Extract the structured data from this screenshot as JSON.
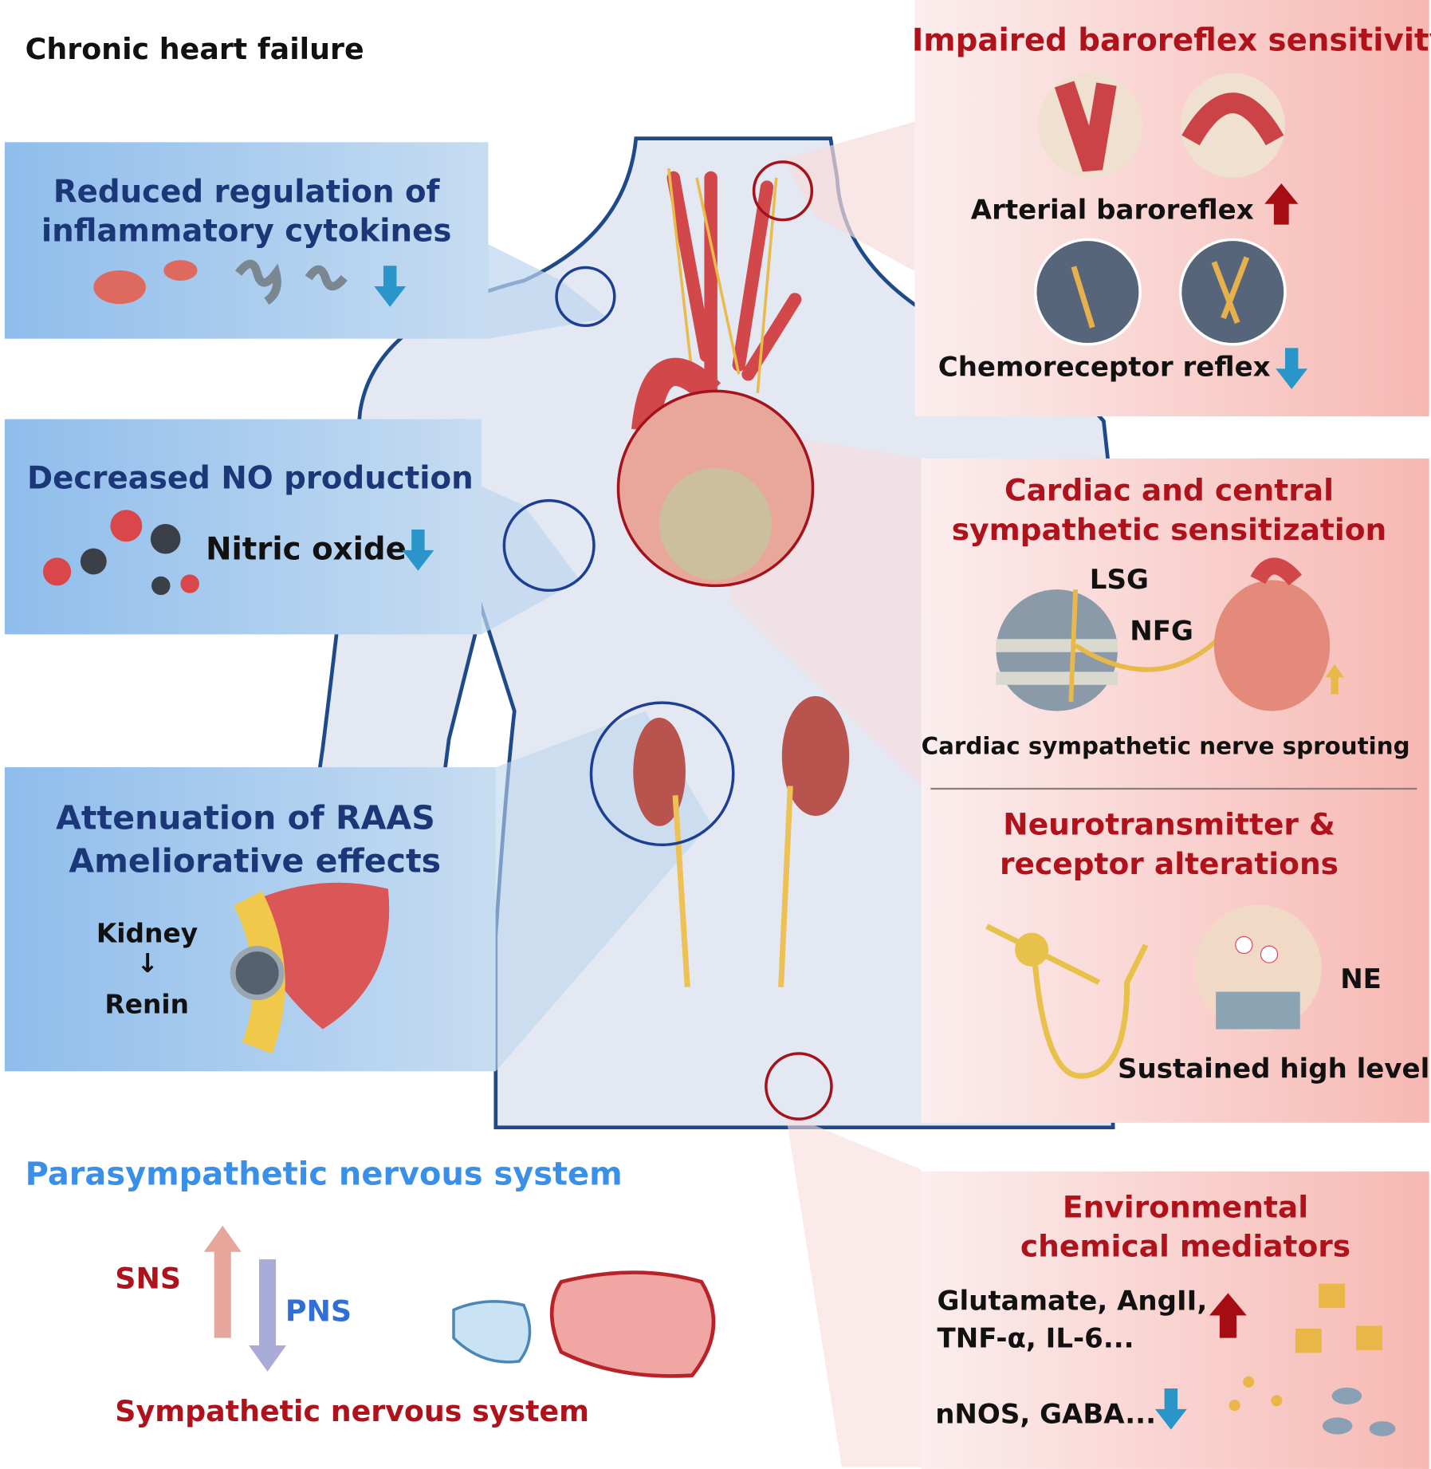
{
  "title": "Chronic heart failure",
  "left_panels": {
    "cytokines": {
      "line1": "Reduced regulation of",
      "line2": "inflammatory cytokines"
    },
    "no": {
      "title": "Decreased NO production",
      "label": "Nitric oxide"
    },
    "raas": {
      "line1": "Attenuation of RAAS",
      "line2": "Ameliorative effects",
      "kidney": "Kidney",
      "arrow": "↓",
      "renin": "Renin"
    }
  },
  "right_panels": {
    "baroreflex": {
      "title": "Impaired baroreflex sensitivity",
      "arterial": "Arterial baroreflex",
      "chemo": "Chemoreceptor reflex"
    },
    "cardiac": {
      "line1": "Cardiac and central",
      "line2": "sympathetic sensitization",
      "lsg": "LSG",
      "nfg": "NFG",
      "caption": "Cardiac sympathetic nerve sprouting"
    },
    "neuro": {
      "line1": "Neurotransmitter &",
      "line2": "receptor alterations",
      "ne": "NE",
      "caption": "Sustained high level"
    },
    "environment": {
      "line1": "Environmental",
      "line2": "chemical mediators",
      "up_list1": "Glutamate, AngII,",
      "up_list2": "TNF-α, IL-6...",
      "down_list": "nNOS, GABA..."
    }
  },
  "bottom": {
    "pns_title": "Parasympathetic nervous system",
    "sns": "SNS",
    "pns": "PNS",
    "sns_title": "Sympathetic nervous system"
  },
  "colors": {
    "navy": "#1b3777",
    "red": "#b0121b",
    "up_arrow": "#a50d12",
    "down_arrow": "#2a95c8",
    "pns_blue": "#3a8fe8"
  }
}
